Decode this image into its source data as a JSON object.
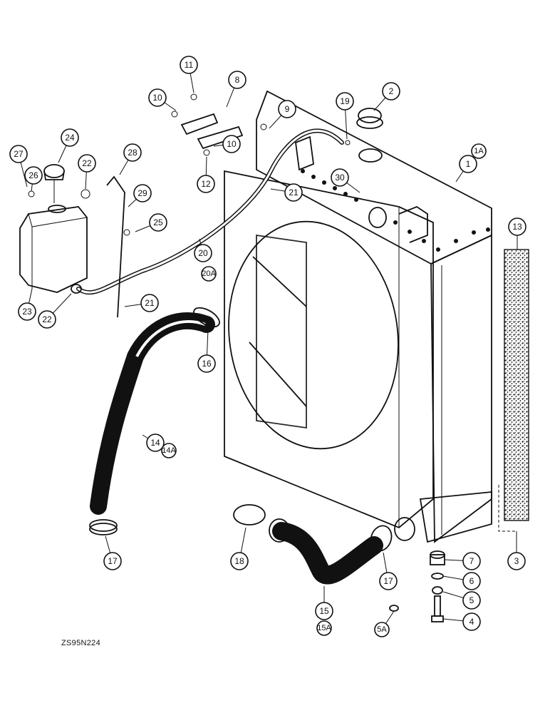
{
  "drawing_code": "ZS95N224",
  "callouts": [
    {
      "id": "c1",
      "label": "1"
    },
    {
      "id": "c1a",
      "label": "1A"
    },
    {
      "id": "c2",
      "label": "2"
    },
    {
      "id": "c3",
      "label": "3"
    },
    {
      "id": "c4",
      "label": "4"
    },
    {
      "id": "c5",
      "label": "5"
    },
    {
      "id": "c5a",
      "label": "5A"
    },
    {
      "id": "c6",
      "label": "6"
    },
    {
      "id": "c7",
      "label": "7"
    },
    {
      "id": "c8",
      "label": "8"
    },
    {
      "id": "c9",
      "label": "9"
    },
    {
      "id": "c10a",
      "label": "10"
    },
    {
      "id": "c10b",
      "label": "10"
    },
    {
      "id": "c11",
      "label": "11"
    },
    {
      "id": "c12",
      "label": "12"
    },
    {
      "id": "c13",
      "label": "13"
    },
    {
      "id": "c14",
      "label": "14"
    },
    {
      "id": "c14a",
      "label": "14A"
    },
    {
      "id": "c15",
      "label": "15"
    },
    {
      "id": "c15a",
      "label": "15A"
    },
    {
      "id": "c16",
      "label": "16"
    },
    {
      "id": "c17a",
      "label": "17"
    },
    {
      "id": "c17b",
      "label": "17"
    },
    {
      "id": "c18",
      "label": "18"
    },
    {
      "id": "c19",
      "label": "19"
    },
    {
      "id": "c20",
      "label": "20"
    },
    {
      "id": "c20a",
      "label": "20A"
    },
    {
      "id": "c21a",
      "label": "21"
    },
    {
      "id": "c21b",
      "label": "21"
    },
    {
      "id": "c22a",
      "label": "22"
    },
    {
      "id": "c22b",
      "label": "22"
    },
    {
      "id": "c23",
      "label": "23"
    },
    {
      "id": "c24",
      "label": "24"
    },
    {
      "id": "c25",
      "label": "25"
    },
    {
      "id": "c26",
      "label": "26"
    },
    {
      "id": "c27",
      "label": "27"
    },
    {
      "id": "c28",
      "label": "28"
    },
    {
      "id": "c29",
      "label": "29"
    },
    {
      "id": "c30",
      "label": "30"
    }
  ]
}
